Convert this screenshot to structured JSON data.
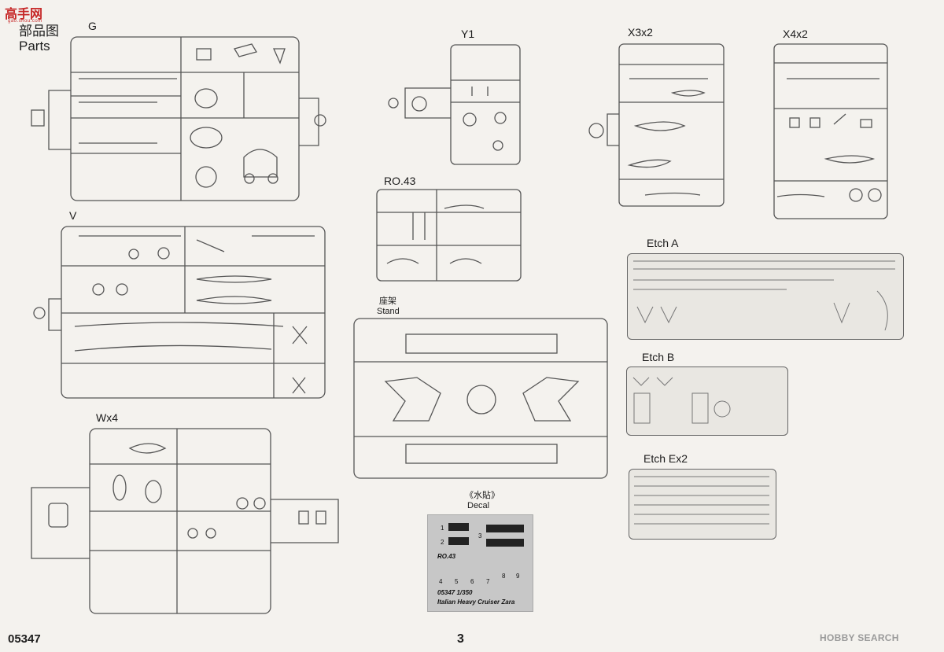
{
  "header": {
    "logo_text": "高手网",
    "logo_sub": "gao.shou.com",
    "parts_cn": "部品图",
    "parts_en": "Parts"
  },
  "sprues": {
    "G": "G",
    "Y1": "Y1",
    "X3": "X3x2",
    "X4": "X4x2",
    "RO43": "RO.43",
    "V": "V",
    "Wx4": "Wx4",
    "stand_cn": "座架",
    "stand_en": "Stand",
    "etchA": "Etch A",
    "etchB": "Etch B",
    "etchEx2": "Etch Ex2"
  },
  "decal": {
    "title_cn": "《水貼》",
    "title_en": "Decal",
    "section": "RO.43",
    "code": "05347  1/350",
    "name": "Italian Heavy Cruiser Zara",
    "nums": [
      "1",
      "2",
      "3",
      "4",
      "5",
      "6",
      "7",
      "8",
      "9"
    ]
  },
  "footer": {
    "code": "05347",
    "page": "3",
    "watermark": "HOBBY SEARCH"
  },
  "colors": {
    "line": "#555555",
    "background": "#f4f2ee",
    "decal_bg": "#c7c7c7",
    "logo": "#c62828"
  }
}
